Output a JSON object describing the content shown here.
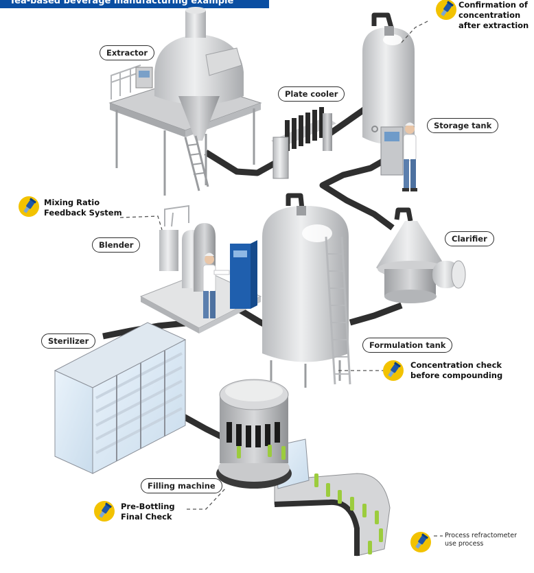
{
  "banner": {
    "title": "Tea-based beverage manufacturing example"
  },
  "equipment": {
    "extractor": "Extractor",
    "plate_cooler": "Plate cooler",
    "storage_tank": "Storage tank",
    "clarifier": "Clarifier",
    "blender": "Blender",
    "formulation_tank": "Formulation tank",
    "sterilizer": "Sterilizer",
    "filling_machine": "Filling machine"
  },
  "checkpoints": {
    "concentration_after_extraction": [
      "Confirmation of",
      "concentration",
      "after extraction"
    ],
    "mixing_ratio": [
      "Mixing Ratio",
      "Feedback System"
    ],
    "before_compounding": [
      "Concentration check",
      "before compounding"
    ],
    "pre_bottling": [
      "Pre-Bottling",
      "Final Check"
    ]
  },
  "legend": {
    "lines": [
      "Process refractometer",
      "use process"
    ]
  },
  "colors": {
    "banner": "#0a4ea2",
    "refractometer_badge": "#f2c200",
    "refractometer_body": "#1f57a8",
    "pipe": "#2f2f2f",
    "steel": "#d6d7d9",
    "bottle": "#9ccc3d"
  }
}
